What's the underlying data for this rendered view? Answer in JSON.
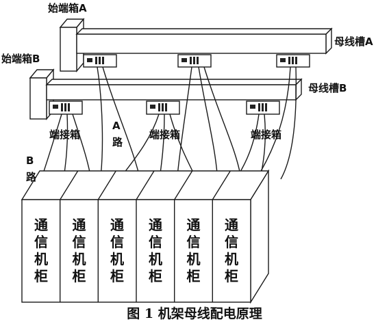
{
  "labels": {
    "start_box_a": "始端箱A",
    "start_box_b": "始端箱B",
    "busway_a": "母线槽A",
    "busway_b": "母线槽B",
    "tap_box": "端接箱",
    "route_a_letter": "A",
    "route_a_char": "路",
    "route_b_letter": "B",
    "route_b_char": "路"
  },
  "cabinets": [
    {
      "chars": [
        "通",
        "信",
        "机",
        "柜"
      ]
    },
    {
      "chars": [
        "通",
        "信",
        "机",
        "柜"
      ]
    },
    {
      "chars": [
        "通",
        "信",
        "机",
        "柜"
      ]
    },
    {
      "chars": [
        "通",
        "信",
        "机",
        "柜"
      ]
    },
    {
      "chars": [
        "通",
        "信",
        "机",
        "柜"
      ]
    },
    {
      "chars": [
        "通",
        "信",
        "机",
        "柜"
      ]
    }
  ],
  "caption": "图 1  机架母线配电原理"
}
